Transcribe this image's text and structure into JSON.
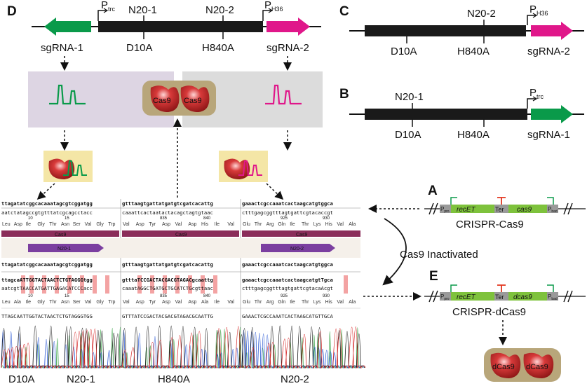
{
  "panels": {
    "D": "D",
    "C": "C",
    "B": "B",
    "A": "A",
    "E": "E"
  },
  "constructs": {
    "D": {
      "sgRNA1": "sgRNA-1",
      "sgRNA2": "sgRNA-2",
      "ptrc_main": "P",
      "ptrc_sub": "trc",
      "ph36_main": "P",
      "ph36_sub": "H36",
      "n20_1": "N20-1",
      "n20_2": "N20-2",
      "d10a": "D10A",
      "h840a": "H840A"
    },
    "C": {
      "n20_2": "N20-2",
      "ph36_main": "P",
      "ph36_sub": "H36",
      "d10a": "D10A",
      "h840a": "H840A",
      "sgRNA2": "sgRNA-2"
    },
    "B": {
      "n20_1": "N20-1",
      "ptrc_main": "P",
      "ptrc_sub": "trc",
      "d10a": "D10A",
      "h840a": "H840A",
      "sgRNA1": "sgRNA-1"
    }
  },
  "complex": {
    "cas9_left": "Cas9",
    "cas9_right": "Cas9",
    "dcas9_left": "dCas9",
    "dcas9_right": "dCas9"
  },
  "plasmids": {
    "A": {
      "name": "CRISPR-Cas9",
      "recET": "recET",
      "ter": "Ter",
      "gene": "cas9",
      "ppro": "P",
      "ppro_sub": "pro",
      "pbad": "P",
      "pbad_sub": "bad"
    },
    "E": {
      "name": "CRISPR-dCas9",
      "recET": "recET",
      "ter": "Ter",
      "gene": "dcas9",
      "ppro": "P",
      "ppro_sub": "pro",
      "pbad": "P",
      "pbad_sub": "bad"
    },
    "transition": "Cas9 Inactivated"
  },
  "sequencing": {
    "top_seq": [
      "ttagatatcggcacaaatagcgtcggatgg",
      "gtttaagtgattatgatgtcgatcacattg",
      "gaaactcgccaaatcactaagcatgtggca"
    ],
    "comp_seq": [
      "aatctatagccgtgtttatcgcagcctacc",
      "caaattcactaatactacagctagtgtaac",
      "ctttgagcggtttagtgattcgtacaccgt"
    ],
    "numbers": [
      "10",
      "15",
      "835",
      "840",
      "925",
      "930"
    ],
    "aa_rows": [
      [
        "Leu",
        "Asp",
        "Ile",
        "Gly",
        "Thr",
        "Asn",
        "Ser",
        "Val",
        "Gly",
        "Trp"
      ],
      [
        "Val",
        "Asp",
        "Tyr",
        "Asp",
        "Val",
        "Asp",
        "His",
        "Ile",
        "Val"
      ],
      [
        "Glu",
        "Thr",
        "Arg",
        "Gln",
        "Ile",
        "Thr",
        "Lys",
        "His",
        "Val",
        "Ala"
      ]
    ],
    "aa_rows_mut": [
      [
        "Leu",
        "Ala",
        "Ile",
        "Gly",
        "Thr",
        "Asn",
        "Ser",
        "Val",
        "Gly",
        "Trp"
      ],
      [
        "Val",
        "Asp",
        "Tyr",
        "Asp",
        "Val",
        "Asp",
        "Ala",
        "Ile",
        "Val"
      ],
      [
        "Glu",
        "Thr",
        "Arg",
        "Gln",
        "Ile",
        "Thr",
        "Lys",
        "His",
        "Val",
        "Ala"
      ]
    ],
    "cas9_labels": [
      "Cas9",
      "Cas9",
      "Cas9"
    ],
    "n20_labels": [
      "N20-1",
      "N20-2"
    ],
    "mut_seq": [
      "ttagcaATTGGTACTAACTCTGTAGGGtgg",
      "gtttaTCCGACTACGACGTAGACgcaattg",
      "gaaactcgccaaatcactaagcatgtTgca"
    ],
    "mut_comp": [
      "aatcgtTAACCATGATTGAGACATCCCacc",
      "caaatAGGCTGATGCTGCATCTGcgttaac",
      "ctttgagcggtttagtgattcgtacaAcgt"
    ],
    "read_seq": [
      "TTAGCAATTGGTACTAACTCTGTAGGGTGG",
      "GTTTATCCGACTACGACGTAGACGCAATTG",
      "GAAACTCGCCAAATCACTAAGCATGTTGCA"
    ],
    "bottom_labels": [
      "D10A",
      "N20-1",
      "H840A",
      "N20-2"
    ]
  },
  "colors": {
    "backbone": "#1a1a1a",
    "sgRNA1": "#0a9a4a",
    "sgRNA2": "#e0178a",
    "cas9": "#c0282b",
    "yellow_box": "#f4e6a6",
    "pink_box": "#ddd5e3",
    "grey_box": "#dcdcdc",
    "cas9_track": "#8b2d5a",
    "n20_track": "#7b3fa0",
    "mut_highlight": "#f3a3a3",
    "recET": "#7ec23c",
    "ter": "#e2341d"
  }
}
